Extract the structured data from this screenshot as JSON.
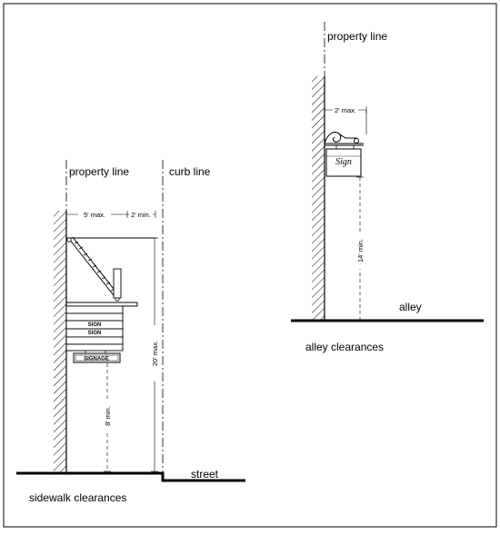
{
  "labels": {
    "property_line_left": "property line",
    "curb_line": "curb line",
    "property_line_right": "property line",
    "alley": "alley",
    "street": "street",
    "sidewalk_clearances": "sidewalk clearances",
    "alley_clearances": "alley clearances"
  },
  "dimensions": {
    "five_max": "5' max.",
    "two_min": "2' min.",
    "twenty_max": "20' max.",
    "eight_min": "8' min.",
    "two_max": "2' max.",
    "fourteen_min": "14' min."
  },
  "sign_text": {
    "sign1": "SIGN",
    "sign2": "SIGN",
    "signage": "SIGNAGE",
    "alley_sign": "Sign"
  }
}
